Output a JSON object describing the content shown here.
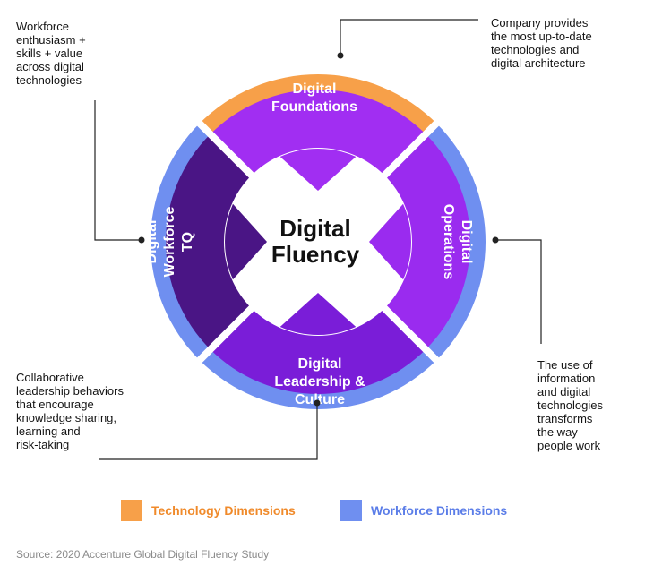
{
  "center": {
    "line1": "Digital",
    "line2": "Fluency"
  },
  "segments": {
    "foundations": {
      "line1": "Digital",
      "line2": "Foundations"
    },
    "operations": {
      "line1": "Digital",
      "line2": "Operations"
    },
    "leadership": {
      "line1": "Digital",
      "line2": "Leadership &",
      "line3": "Culture"
    },
    "workforce": {
      "line1": "Digital",
      "line2": "Workforce",
      "line3": "TQ"
    }
  },
  "annotations": {
    "workforce": "Workforce\nenthusiasm +\nskills + value\nacross digital\ntechnologies",
    "foundations": "Company provides\nthe most up-to-date\ntechnologies and\ndigital architecture",
    "operations": "The use of\ninformation\nand digital\ntechnologies\ntransforms\nthe way\npeople work",
    "leadership": "Collaborative\nleadership behaviors\nthat encourage\nknowledge sharing,\nlearning and\nrisk-taking"
  },
  "legend": [
    {
      "label": "Technology Dimensions",
      "color": "#f7a049"
    },
    {
      "label": "Workforce Dimensions",
      "color": "#6f8ff0"
    }
  ],
  "source": "Source: 2020 Accenture Global Digital Fluency Study",
  "colors": {
    "technology": "#f7a049",
    "workforce": "#6f8ff0",
    "foundations": "#a12ef2",
    "operations": "#9a2bef",
    "leadership": "#7a1dd8",
    "workforce_tq": "#4a1585",
    "center": "#ffffff",
    "text_legend_tech": "#f08a2a",
    "text_legend_work": "#5b7de8"
  }
}
